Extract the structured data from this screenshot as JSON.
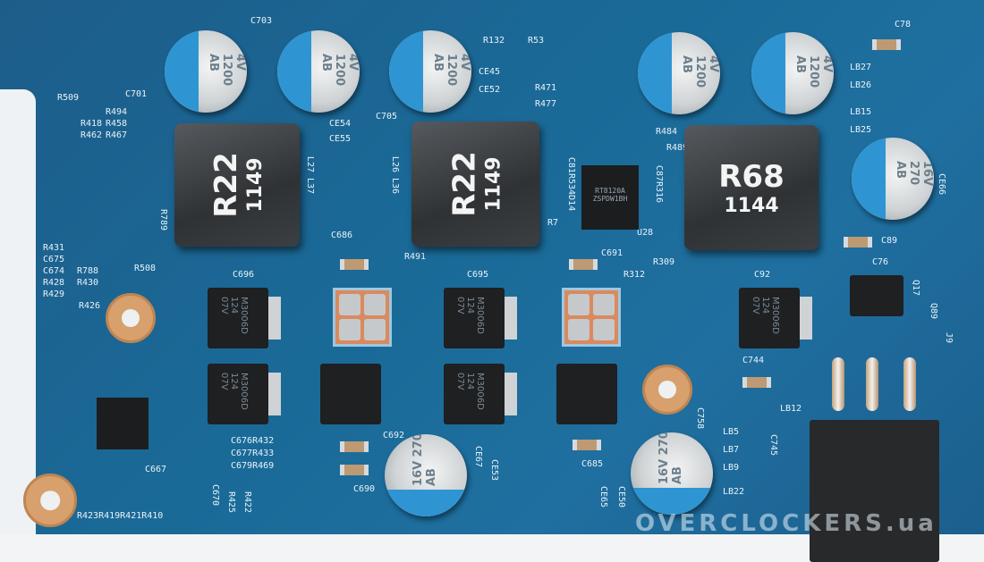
{
  "capacitors_top": [
    {
      "rating": "4V",
      "value": "1200",
      "code": "AB"
    },
    {
      "rating": "4V",
      "value": "1200",
      "code": "AB"
    },
    {
      "rating": "4V",
      "value": "1200",
      "code": "AB"
    },
    {
      "rating": "4V",
      "value": "1200",
      "code": "AB"
    },
    {
      "rating": "4V",
      "value": "1200",
      "code": "AB"
    }
  ],
  "capacitors_16v": [
    {
      "rating": "16V",
      "value": "270",
      "code": "AB"
    },
    {
      "rating": "16V",
      "value": "270",
      "code": "AB"
    },
    {
      "rating": "16V",
      "value": "270",
      "code": "AB"
    }
  ],
  "inductors": [
    {
      "marking": "R22",
      "code": "1149"
    },
    {
      "marking": "R22",
      "code": "1149"
    },
    {
      "marking": "R68",
      "code": "1144"
    }
  ],
  "mosfet_marking": {
    "line1": "M3006D",
    "line2": "124",
    "line3": "07V"
  },
  "controller_ic": {
    "line1": "RT8120A",
    "line2": "ZSPDW1BH"
  },
  "silkscreen": [
    "C701",
    "C703",
    "CE54",
    "CE55",
    "C705",
    "CE45",
    "CE52",
    "R132",
    "R53",
    "R477",
    "R471",
    "C81R534D14",
    "R7",
    "C87R316",
    "U28",
    "R484",
    "R489",
    "C691",
    "C686",
    "R491",
    "C695",
    "R312",
    "R309",
    "C92",
    "C89",
    "C76",
    "LB27",
    "LB26",
    "LB15",
    "LB25",
    "C78",
    "CE66",
    "L27 L37",
    "L26 L36",
    "R789",
    "R508",
    "C696",
    "R431",
    "C675",
    "C674",
    "R428",
    "R429",
    "R426",
    "R788",
    "R430",
    "C676R432",
    "C677R433",
    "C679R469",
    "C667",
    "R422",
    "R425",
    "C670",
    "R423R419R421R410",
    "C692",
    "CE67",
    "CE53",
    "C690",
    "C685",
    "CE50",
    "CE65",
    "C758",
    "C744",
    "LB12",
    "LB5",
    "LB7",
    "LB9",
    "C745",
    "LB22",
    "Q17",
    "Q89",
    "J9",
    "R509",
    "R494",
    "R458",
    "R418",
    "R467",
    "R462"
  ],
  "watermark": "OVERCLOCKERS.ua"
}
